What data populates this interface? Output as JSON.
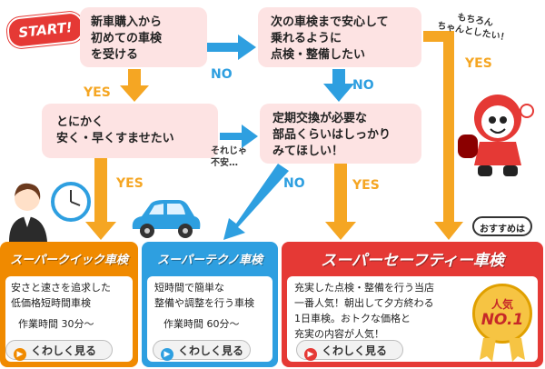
{
  "start_label": "START!",
  "questions": {
    "q1": [
      "新車購入から",
      "初めての車検",
      "を受ける"
    ],
    "q2": [
      "次の車検まで安心して",
      "乗れるように",
      "点検・整備したい"
    ],
    "q3": [
      "とにかく",
      "安く・早くすませたい"
    ],
    "q4": [
      "定期交換が必要な",
      "部品くらいはしっかり",
      "みてほしい！"
    ]
  },
  "answers": {
    "yes": "YES",
    "no": "NO"
  },
  "side_notes": {
    "soreja": [
      "それじゃ",
      "不安…"
    ],
    "mochiron": [
      "もちろん",
      "ちゃんとしたい！"
    ]
  },
  "recommend_label": "おすすめは",
  "cards": {
    "quick": {
      "title": "スーパークイック車検",
      "desc": [
        "安さと速さを追求した",
        "低価格短時間車検"
      ],
      "time": "作業時間 30分～",
      "button": "くわしく見る",
      "color": "#f08a00"
    },
    "techno": {
      "title": "スーパーテクノ車検",
      "desc": [
        "短時間で簡単な",
        "整備や調整を行う車検"
      ],
      "time": "作業時間 60分～",
      "button": "くわしく見る",
      "color": "#2e9fe0"
    },
    "safety": {
      "title": "スーパーセーフティー車検",
      "desc": [
        "充実した点検・整備を行う当店",
        "一番人気！朝出して夕方終わる",
        "1日車検。おトクな価格と",
        "充実の内容が人気！"
      ],
      "button": "くわしく見る",
      "color": "#e53935"
    }
  },
  "badge": {
    "line1": "人気",
    "line2": "NO.1"
  },
  "colors": {
    "arrow_orange": "#f5a623",
    "arrow_blue": "#2e9fe0",
    "pink_box": "#fde3e3"
  }
}
